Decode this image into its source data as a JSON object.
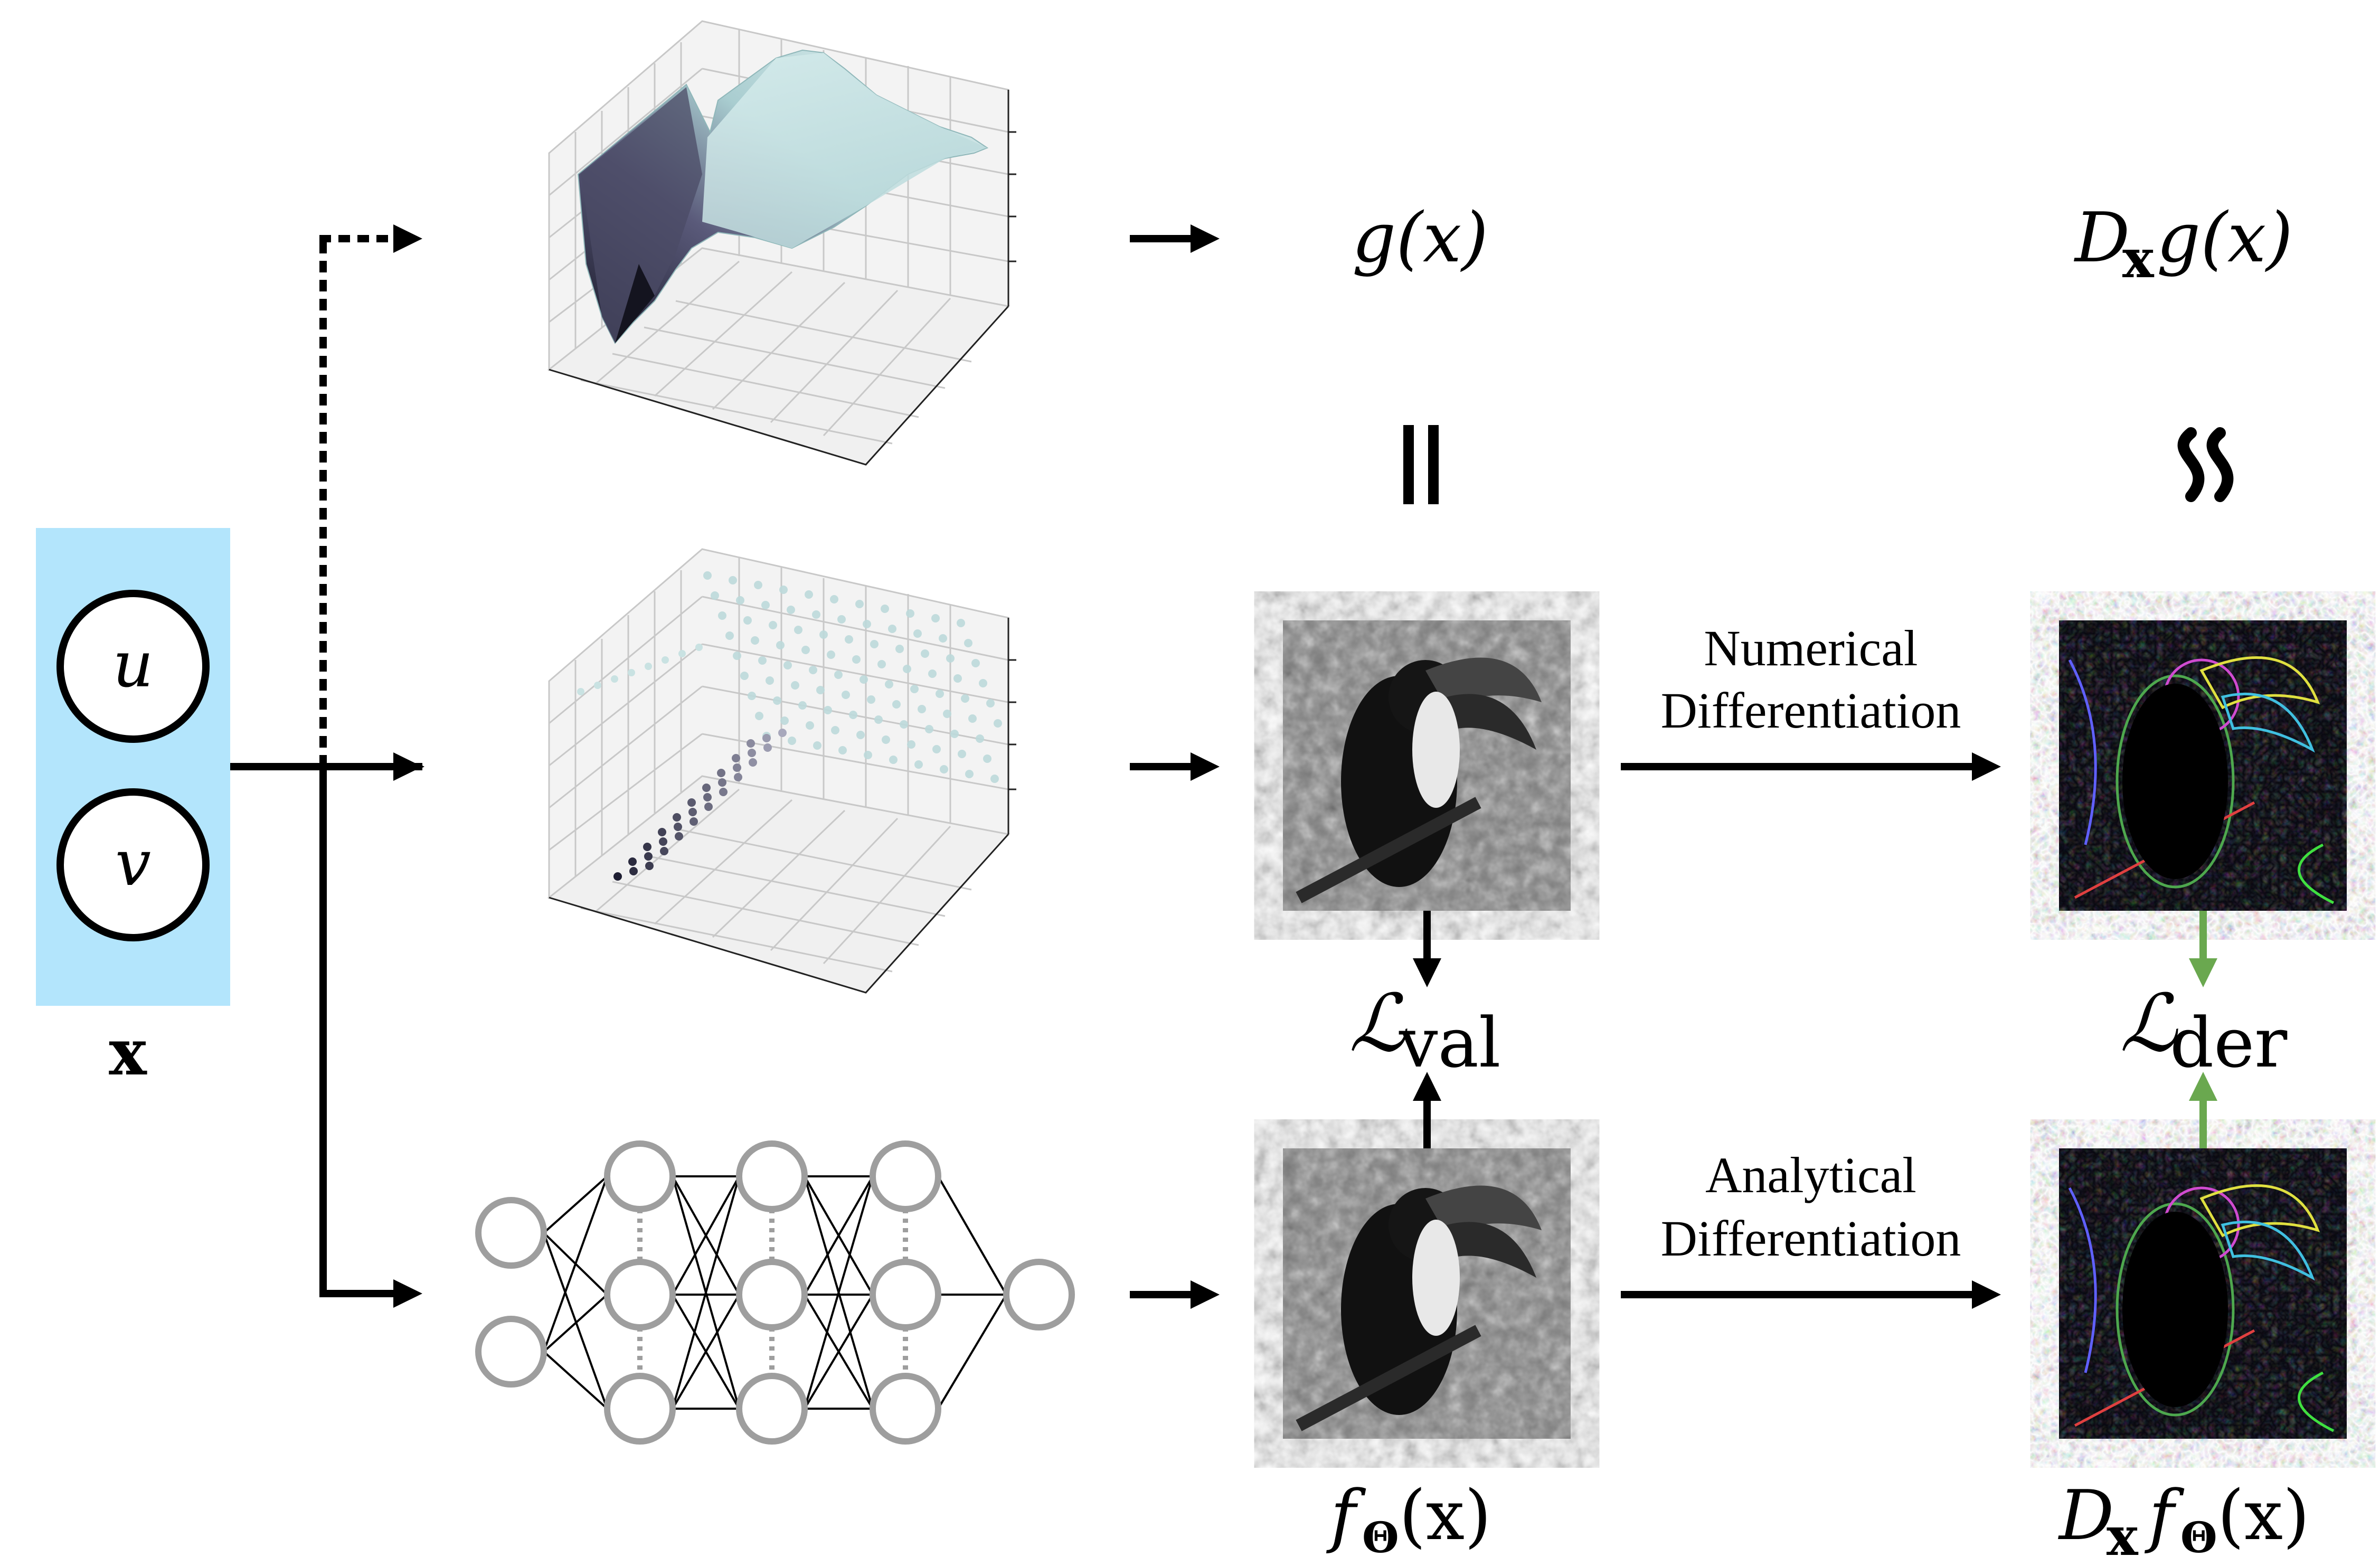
{
  "input": {
    "vars": [
      "u",
      "v"
    ],
    "label": "x",
    "box_color": "#b3e5fc"
  },
  "equations": {
    "g": "g(x)",
    "dg": "D",
    "dg_sub": "x",
    "dg_rest": "g(x)",
    "f": "f",
    "f_sub": "Θ",
    "f_rest": "(x)",
    "df": "D",
    "df_sub": "x",
    "df_f": "f",
    "df_f_sub": "Θ",
    "df_rest": "(x)",
    "equal_sign": "||",
    "approx_sign": "≈"
  },
  "losses": {
    "val_main": "ℒ",
    "val_sub": "val",
    "der_main": "ℒ",
    "der_sub": "der"
  },
  "arrows": {
    "numerical_line1": "Numerical",
    "numerical_line2": "Differentiation",
    "analytical_line1": "Analytical",
    "analytical_line2": "Differentiation"
  },
  "colors": {
    "loss_arrow_green": "#6aa84f",
    "neuron_gray": "#9e9e9e",
    "surface_dark": "#3b3b52",
    "surface_light": "#cfe6e6"
  }
}
